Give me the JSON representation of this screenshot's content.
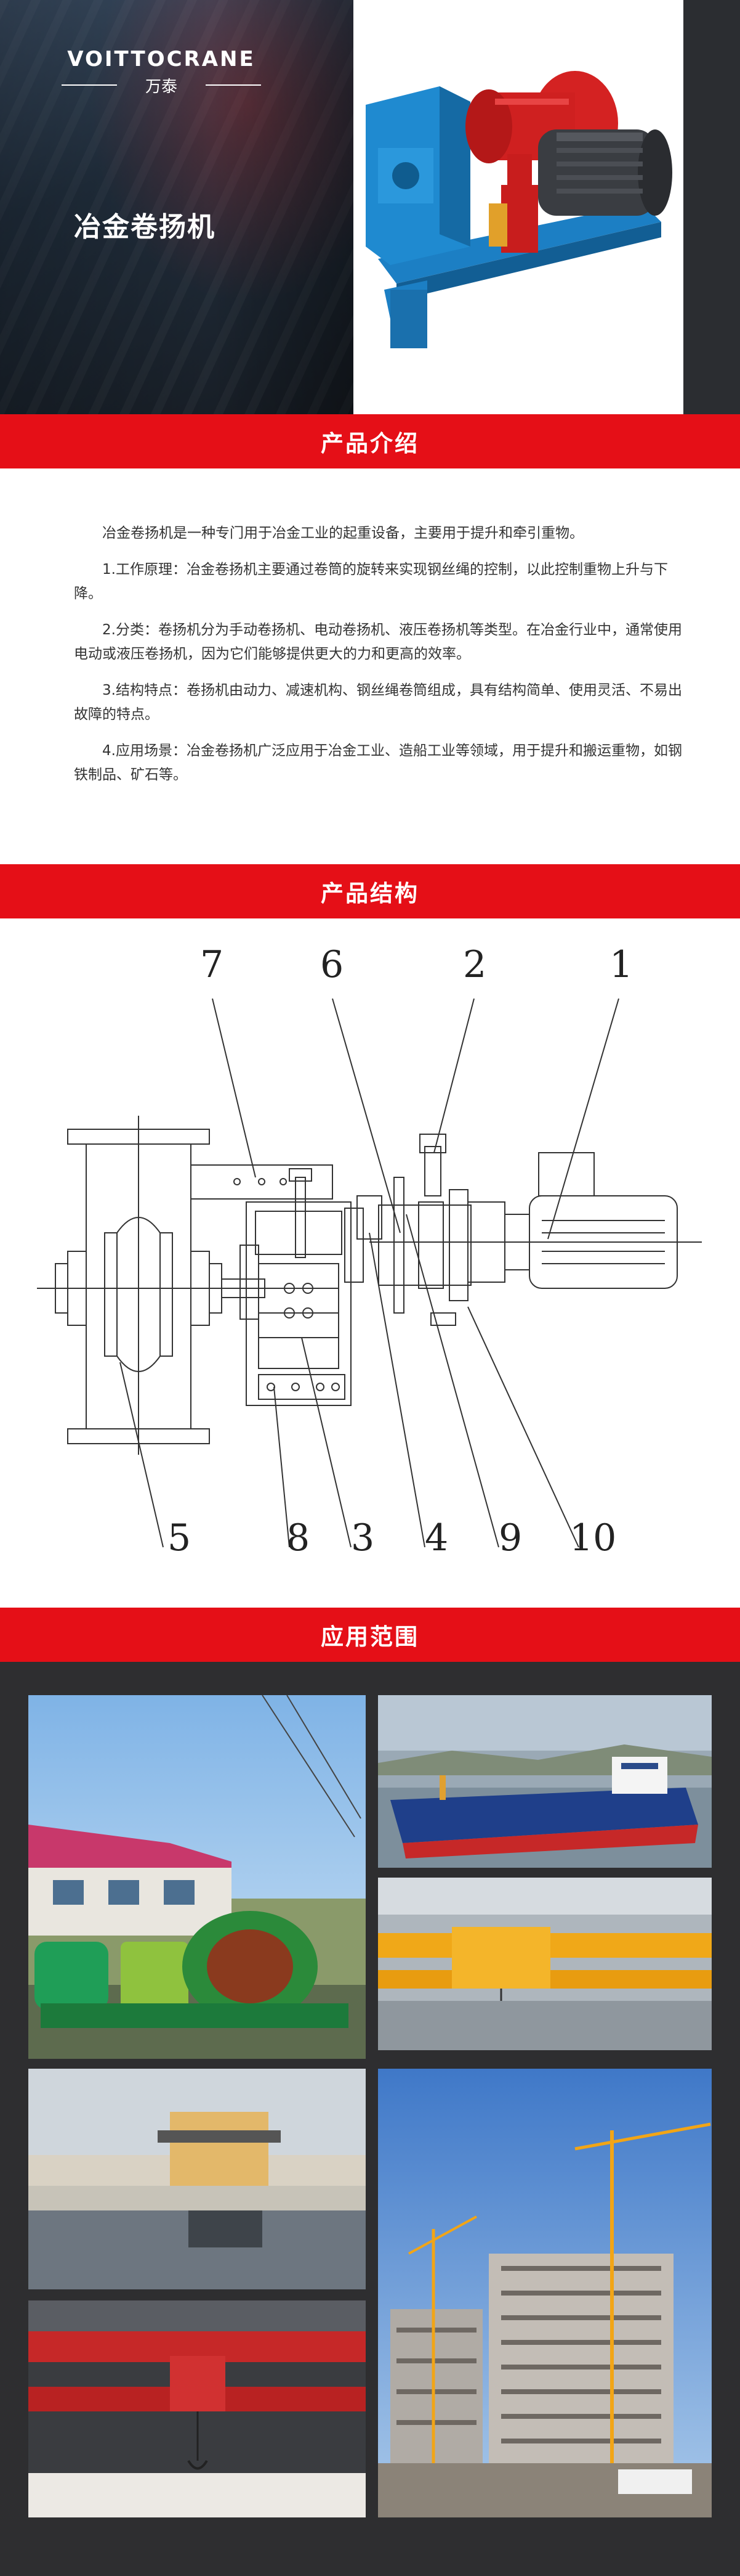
{
  "brand": {
    "logo": "VOITTOCRANE",
    "logo_sub": "万泰"
  },
  "hero": {
    "title": "冶金卷扬机"
  },
  "sections": {
    "intro_title": "产品介绍",
    "structure_title": "产品结构",
    "application_title": "应用范围"
  },
  "intro": {
    "paragraphs": [
      "冶金卷扬机是一种专门用于冶金工业的起重设备，主要用于提升和牵引重物。",
      "1.工作原理：冶金卷扬机主要通过卷筒的旋转来实现钢丝绳的控制，以此控制重物上升与下降。",
      "2.分类：卷扬机分为手动卷扬机、电动卷扬机、液压卷扬机等类型。在冶金行业中，通常使用电动或液压卷扬机，因为它们能够提供更大的力和更高的效率。",
      "3.结构特点：卷扬机由动力、减速机构、钢丝绳卷筒组成，具有结构简单、使用灵活、不易出故障的特点。",
      "4.应用场景：冶金卷扬机广泛应用于冶金工业、造船工业等领域，用于提升和搬运重物，如钢铁制品、矿石等。"
    ]
  },
  "diagram": {
    "top_labels": [
      "7",
      "6",
      "2",
      "1"
    ],
    "bottom_labels": [
      "5",
      "8",
      "3",
      "4",
      "9",
      "10"
    ]
  },
  "colors": {
    "accent_red": "#e50f17",
    "dark_bg": "#2e2e30",
    "hero_bg": "#1e2024",
    "text": "#333333"
  },
  "icons": {
    "hero_photo": "winch-photo",
    "application_photos": [
      "winch-site-photo",
      "cargo-ship-photo",
      "overhead-crane-photo",
      "sluice-gate-photo",
      "construction-cranes-photo",
      "steel-plant-crane-photo"
    ]
  }
}
